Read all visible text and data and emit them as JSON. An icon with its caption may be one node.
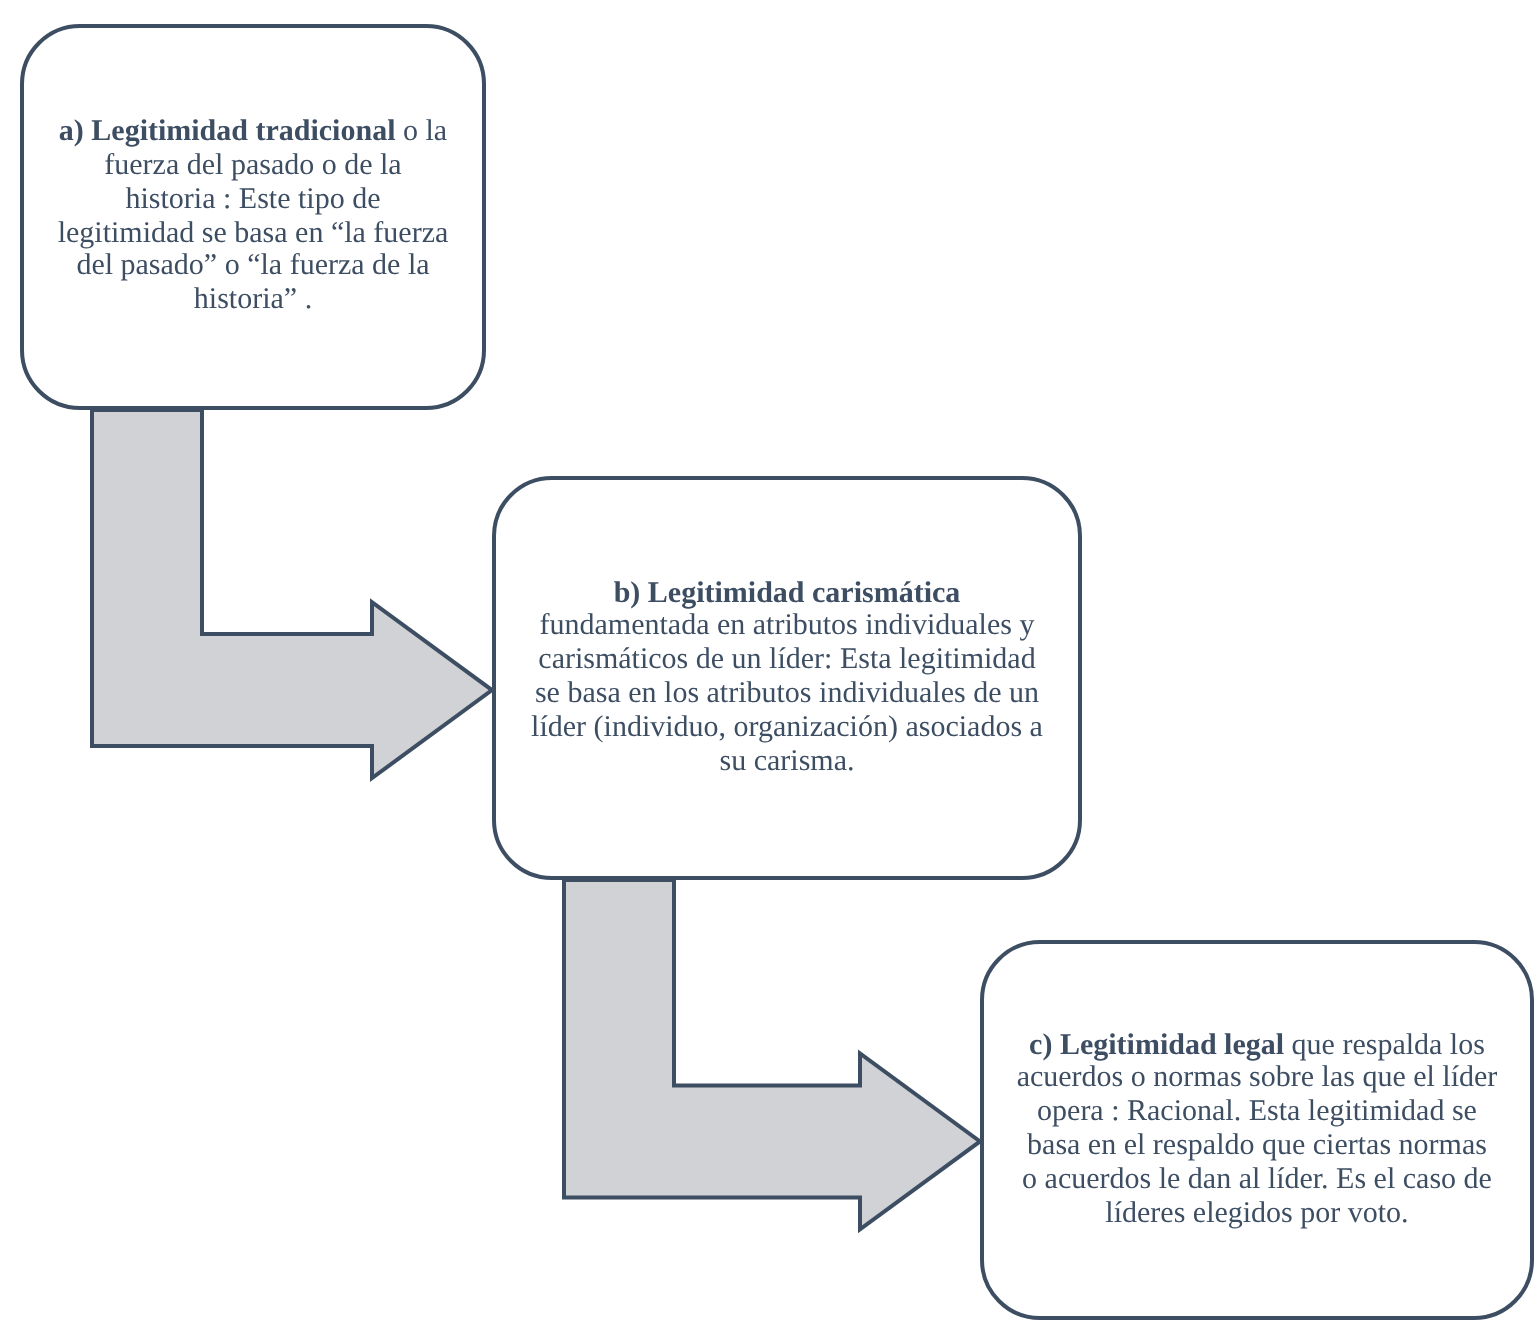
{
  "diagram": {
    "nodes": [
      {
        "text": [
          "**a) Legitimidad tradicional** o la fuerza del pasado o de la historia : Este tipo de legitimidad se basa en “la fuerza del pasado” o “la fuerza de la historia” ."
        ]
      },
      {
        "text": [
          "**b) Legitimidad carismática** fundamentada en atributos individuales y carismáticos de un líder: Esta legitimidad se basa en los atributos individuales de un líder (individuo, organización) asociados a su carisma."
        ]
      },
      {
        "text": [
          "**c) Legitimidad legal** que respalda los acuerdos o normas sobre las que el líder opera : Racional. Esta legitimidad se basa en el respaldo que ciertas normas o acuerdos le dan al líder. Es el caso de líderes elegidos por voto."
        ]
      }
    ],
    "edges": [
      {
        "from": 0,
        "to": 1,
        "arrow": "to",
        "style": "thick"
      },
      {
        "from": 1,
        "to": 2,
        "arrow": "to",
        "style": "thick"
      }
    ]
  }
}
